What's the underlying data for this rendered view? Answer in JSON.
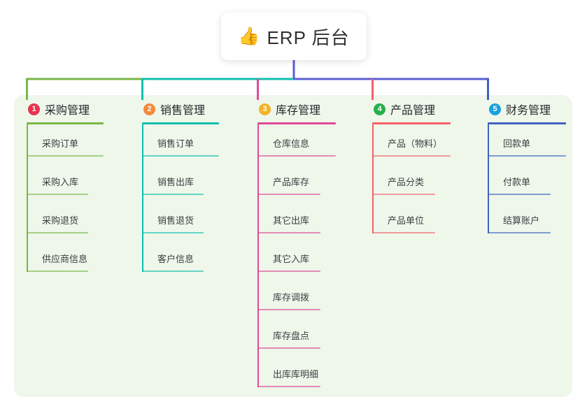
{
  "diagram": {
    "root": {
      "emoji": "👍",
      "icon_name": "thumbs-up-emoji",
      "label": "ERP 后台"
    },
    "panel_color": "#eef7ea",
    "bus_colors": [
      "#7ab648",
      "#10bfae",
      "#5a5fcf",
      "#5a5fcf",
      "#5a5fcf"
    ],
    "branches": [
      {
        "number": "1",
        "label": "采购管理",
        "color": "#7ab648",
        "badge_color": "#e8344e",
        "drop_color": "#7ab648",
        "items": [
          "采购订单",
          "采购入库",
          "采购退货",
          "供应商信息"
        ]
      },
      {
        "number": "2",
        "label": "销售管理",
        "color": "#10bfae",
        "badge_color": "#f5883c",
        "drop_color": "#10bfae",
        "items": [
          "销售订单",
          "销售出库",
          "销售退货",
          "客户信息"
        ]
      },
      {
        "number": "3",
        "label": "库存管理",
        "color": "#e2499a",
        "badge_color": "#f4b324",
        "drop_color": "#e2499a",
        "items": [
          "仓库信息",
          "产品库存",
          "其它出库",
          "其它入库",
          "库存调拨",
          "库存盘点",
          "出库库明细"
        ]
      },
      {
        "number": "4",
        "label": "产品管理",
        "color": "#f5616a",
        "badge_color": "#27b04a",
        "drop_color": "#f5616a",
        "items": [
          "产品（物料）",
          "产品分类",
          "产品单位"
        ]
      },
      {
        "number": "5",
        "label": "财务管理",
        "color": "#4063c4",
        "badge_color": "#1ba0e0",
        "drop_color": "#4063c4",
        "items": [
          "回款单",
          "付款单",
          "结算账户"
        ]
      }
    ]
  }
}
